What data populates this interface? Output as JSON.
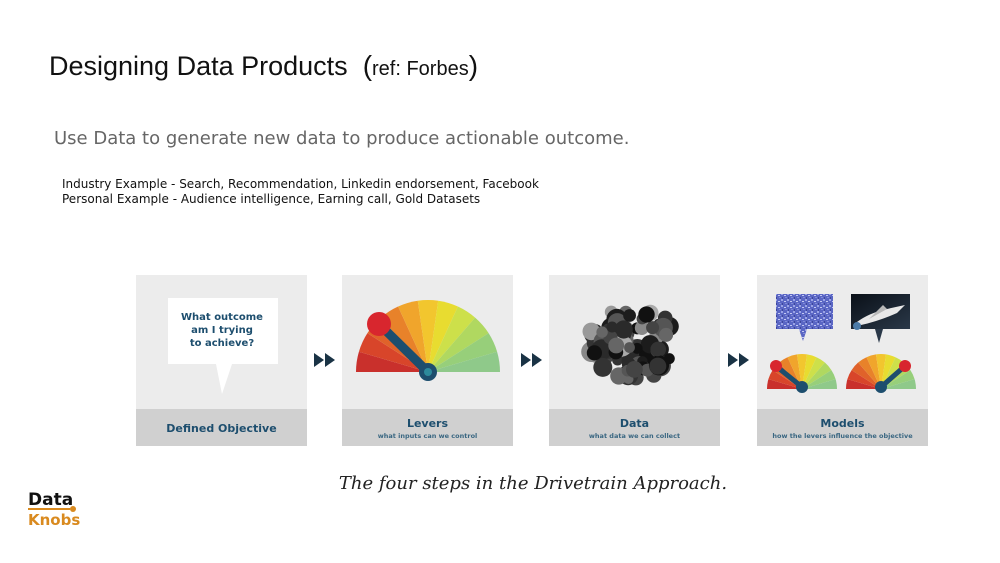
{
  "slide": {
    "title": "Designing Data Products",
    "title_ref_open": "(",
    "title_ref": "ref: Forbes",
    "title_ref_close": ")",
    "subtitle": "Use Data to generate new data to produce actionable outcome.",
    "examples": [
      "Industry Example - Search, Recommendation, Linkedin endorsement, Facebook",
      "Personal Example - Audience intelligence, Earning call, Gold Datasets"
    ]
  },
  "diagram": {
    "bubble_lines": [
      "What outcome",
      "am I trying",
      "to achieve?"
    ],
    "steps": [
      {
        "title": "Defined Objective",
        "subtitle": ""
      },
      {
        "title": "Levers",
        "subtitle": "what inputs can we control"
      },
      {
        "title": "Data",
        "subtitle": "what data we can collect"
      },
      {
        "title": "Models",
        "subtitle": "how the levers influence the objective"
      }
    ],
    "caption": "The four steps in the Drivetrain Approach."
  },
  "logo": {
    "line1": "Data",
    "line2": "Knobs",
    "color": "#d98a1f"
  },
  "colors": {
    "accent": "#1d4e6e",
    "gauge_red": "#c9302c",
    "gauge_green": "#8fc98a"
  }
}
